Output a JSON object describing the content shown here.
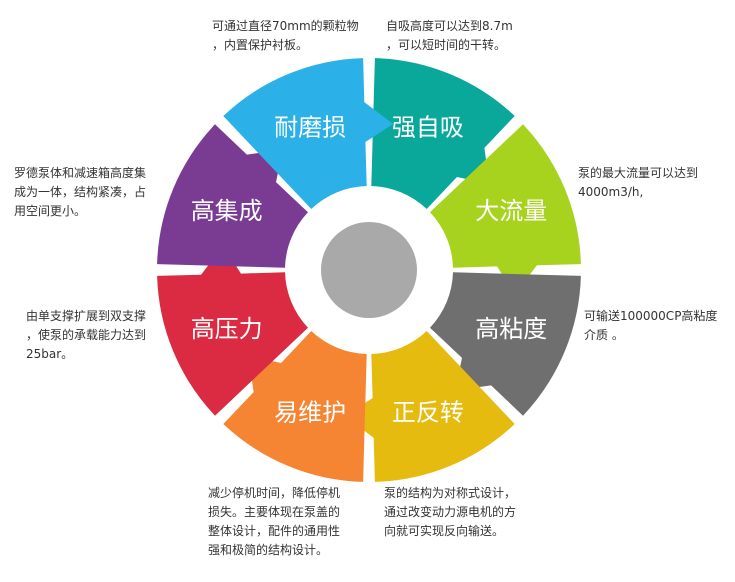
{
  "segments": [
    {
      "label": "强自吸",
      "color": "#0AA89A"
    },
    {
      "label": "大流量",
      "color": "#A7D21E"
    },
    {
      "label": "高粘度",
      "color": "#6F6F6F"
    },
    {
      "label": "正反转",
      "color": "#E6BB10"
    },
    {
      "label": "易维护",
      "color": "#F58433"
    },
    {
      "label": "高压力",
      "color": "#DA2B42"
    },
    {
      "label": "高集成",
      "color": "#7A3C93"
    },
    {
      "label": "耐磨损",
      "color": "#2BB0E8"
    }
  ],
  "center_color": "#A9A9A9",
  "descriptions": {
    "qiangzixi": [
      "自吸高度可以达到8.7m",
      "，可以短时间的干转。"
    ],
    "daliuliang": [
      "泵的最大流量可以达到",
      "4000m3/h,"
    ],
    "gaoniandu": [
      "可输送100000CP高粘度",
      "介质 。"
    ],
    "zhengfanzhuan": [
      "泵的结构为对称式设计，",
      "通过改变动力源电机的方",
      "向就可实现反向输送。"
    ],
    "yiweihu": [
      "减少停机时间，降低停机",
      "损失。主要体现在泵盖的",
      "整体设计，配件的通用性",
      "强和极简的结构设计。"
    ],
    "gaoyali": [
      "由单支撑扩展到双支撑",
      "，使泵的承载能力达到",
      "25bar。"
    ],
    "gaojicheng": [
      "罗德泵体和减速箱高度集",
      "成为一体，结构紧凑，占",
      "用空间更小。"
    ],
    "naimosun": [
      "可通过直径70mm的颗粒物",
      "，内置保护衬板。"
    ]
  }
}
